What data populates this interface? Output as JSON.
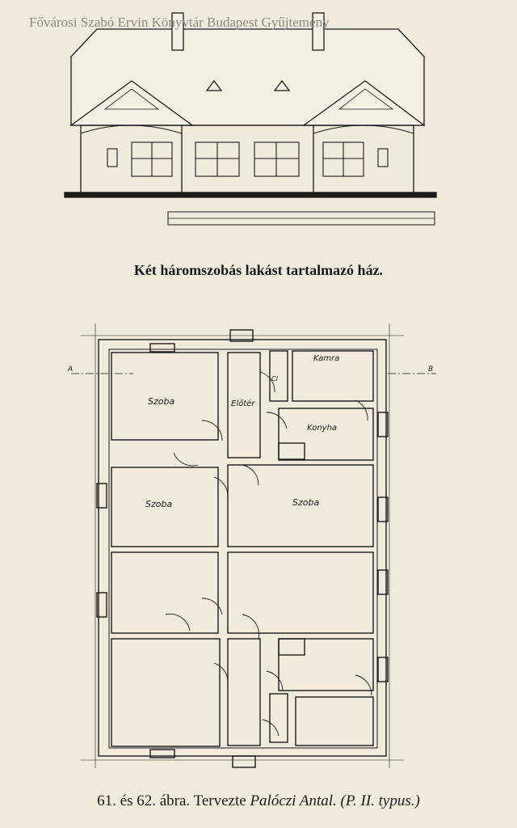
{
  "watermark": "Fővárosi Szabó Ervin Könyvtár Budapest Gyűjtemény",
  "elevation_caption": "Két háromszobás lakást tartalmazó ház.",
  "plan": {
    "section_marker_left": "A",
    "section_marker_right": "B",
    "rooms": {
      "szoba_1": "Szoba",
      "szoba_2": "Szoba",
      "szoba_3": "Szoba",
      "eloter": "Előtér",
      "kamra": "Kamra",
      "konyha": "Konyha",
      "wc": "Cl"
    }
  },
  "figure_caption": {
    "prefix": "61. és 62. ábra. Tervezte ",
    "author": "Palóczi Antal.",
    "type": " (P. II. typus.)"
  }
}
